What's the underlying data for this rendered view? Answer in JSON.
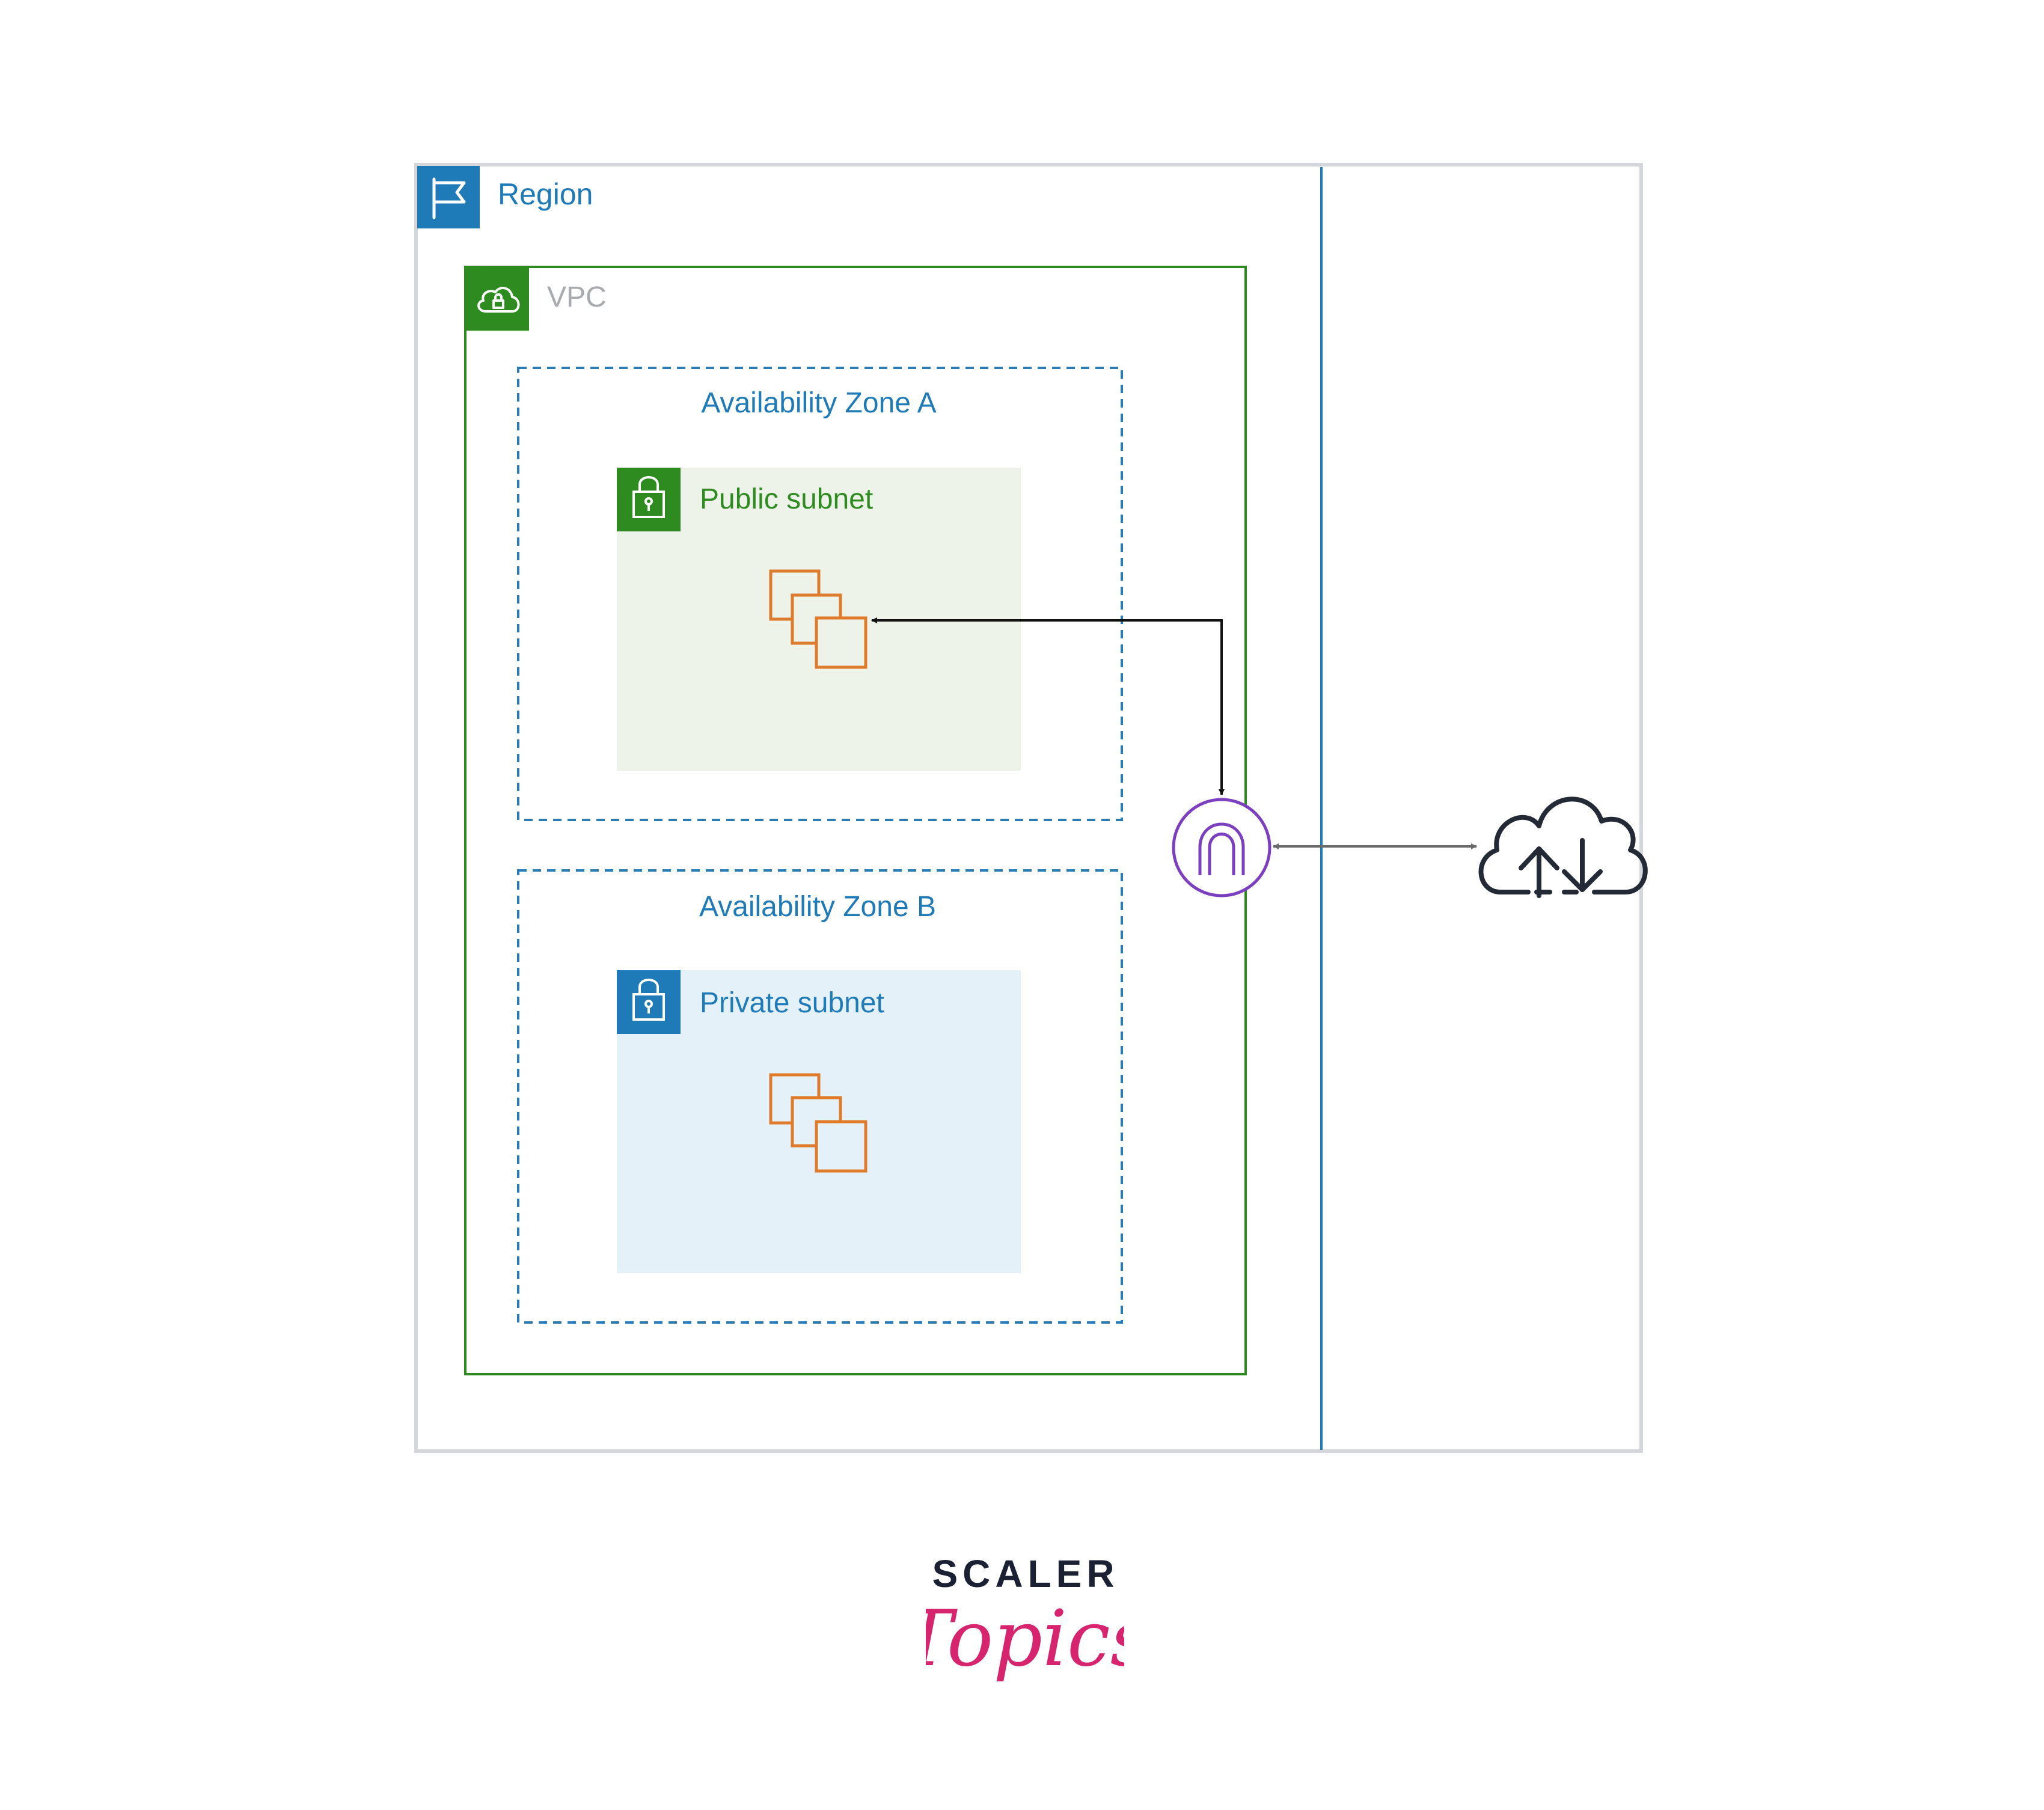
{
  "region": {
    "label": "Region",
    "icon": "flag-icon"
  },
  "vpc": {
    "label": "VPC",
    "icon": "cloud-lock-icon"
  },
  "zones": [
    {
      "label": "Availability Zone A",
      "subnet": {
        "label": "Public subnet",
        "icon": "padlock-icon",
        "instances_icon": "ec2-instances-icon"
      }
    },
    {
      "label": "Availability Zone B",
      "subnet": {
        "label": "Private subnet",
        "icon": "padlock-icon",
        "instances_icon": "ec2-instances-icon"
      }
    }
  ],
  "gateway": {
    "icon": "internet-gateway-icon"
  },
  "internet": {
    "icon": "cloud-upload-download-icon"
  },
  "brand": {
    "line1": "SCALER",
    "line2": "Topics"
  },
  "colors": {
    "region_blue": "#1f7ab8",
    "vpc_green": "#2e8b20",
    "public_fill": "#edf3e8",
    "private_fill": "#e5f1f8",
    "instance_orange": "#e07b2c",
    "gateway_purple": "#7b3fbf",
    "brand_dark": "#1b2133",
    "brand_pink": "#d6246e"
  }
}
